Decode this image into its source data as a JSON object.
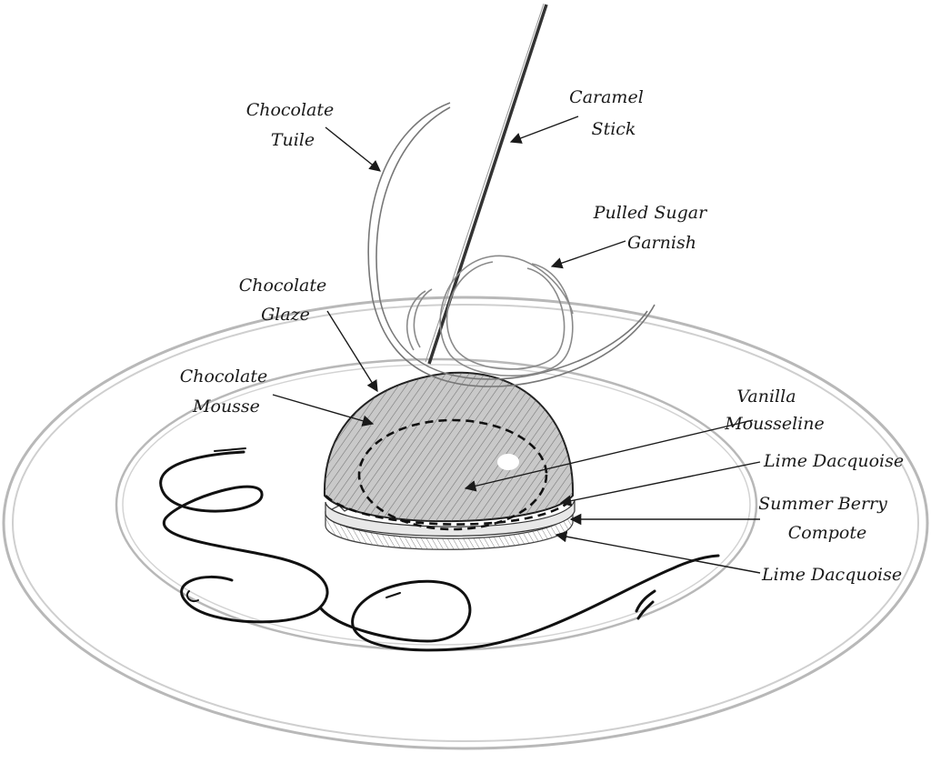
{
  "labels": {
    "chocolate_tuile": [
      "Chocolate",
      "Tuile"
    ],
    "caramel_stick": [
      "Caramel",
      "Stick"
    ],
    "pulled_sugar": [
      "Pulled Sugar",
      "Garnish"
    ],
    "chocolate_glaze": [
      "Chocolate",
      "Glaze"
    ],
    "chocolate_mousse": [
      "Chocolate",
      "Mousse"
    ],
    "vanilla_mousseline": [
      "Vanilla",
      "Mousseline"
    ],
    "lime_dacquoise_top": "Lime Dacquoise",
    "summer_berry": [
      "Summer Berry",
      "Compote"
    ],
    "lime_dacquoise_bottom": "Lime Dacquoise"
  },
  "colors": {
    "ink": "#1a1a1a",
    "plate_line": "#b8b8b8",
    "dome_fill": "#bdbdbd",
    "sugar_line": "#8a8a8a"
  }
}
